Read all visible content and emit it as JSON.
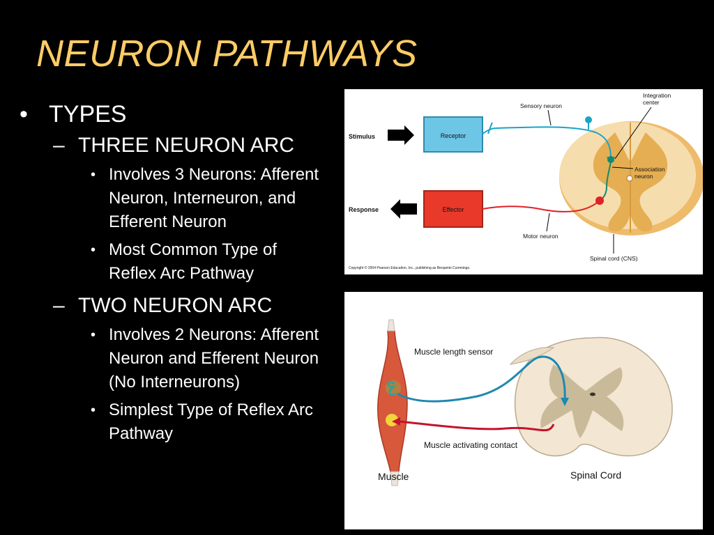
{
  "title": "NEURON PATHWAYS",
  "bullets": {
    "types": "TYPES",
    "three_arc": {
      "heading": "THREE NEURON ARC",
      "points": [
        "Involves 3 Neurons: Afferent Neuron, Interneuron, and Efferent Neuron",
        "Most Common Type of Reflex Arc Pathway"
      ]
    },
    "two_arc": {
      "heading": "TWO NEURON ARC",
      "points": [
        "Involves 2 Neurons: Afferent Neuron and Efferent Neuron (No Interneurons)",
        "Simplest Type of Reflex Arc Pathway"
      ]
    }
  },
  "diagram1": {
    "stimulus": "Stimulus",
    "receptor": "Receptor",
    "sensory_neuron": "Sensory neuron",
    "integration_center_line1": "Integration",
    "integration_center_line2": "center",
    "association_neuron_line1": "Association",
    "association_neuron_line2": "neuron",
    "response": "Response",
    "effector": "Effector",
    "motor_neuron": "Motor neuron",
    "spinal_cord": "Spinal cord (CNS)",
    "copyright": "Copyright © 2004 Pearson Education, Inc., publishing as Benjamin Cummings.",
    "colors": {
      "receptor": "#6EC6E6",
      "effector": "#E8392A",
      "sensory": "#1AA3C9",
      "motor": "#E0202A",
      "cord": "#F6DDAE",
      "grey": "#E5AE52"
    }
  },
  "diagram2": {
    "muscle_length_sensor": "Muscle length sensor",
    "muscle_activating_contact": "Muscle activating contact",
    "muscle": "Muscle",
    "spinal_cord": "Spinal Cord",
    "colors": {
      "sensor_path": "#1E88B0",
      "motor_path": "#C4142A",
      "cord": "#F3E6D3",
      "grey": "#C9BB9A"
    }
  }
}
